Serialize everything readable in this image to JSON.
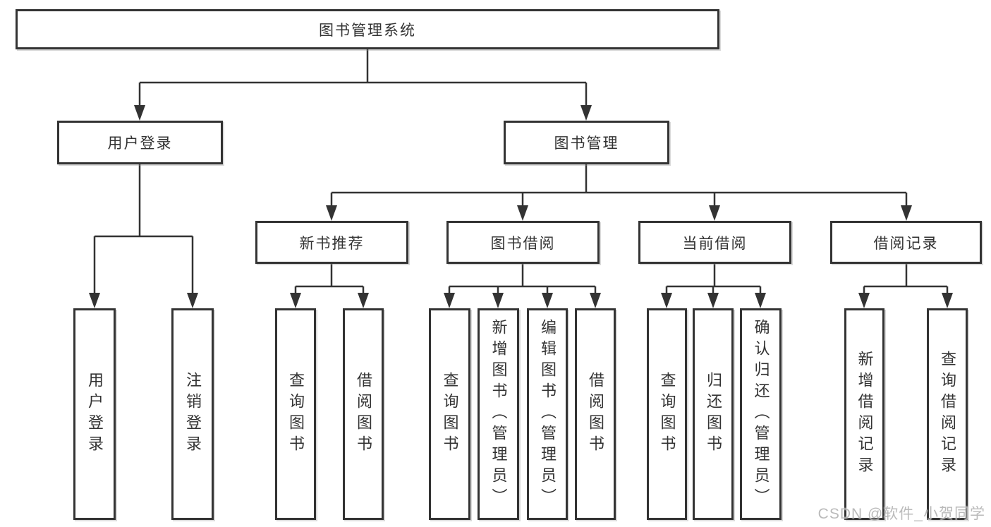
{
  "diagram": {
    "title": "图书管理系统",
    "root": {
      "label": "图书管理系统"
    },
    "level2": {
      "user_login": {
        "label": "用户登录"
      },
      "book_mgmt": {
        "label": "图书管理"
      }
    },
    "level3": {
      "new_book_rec": {
        "label": "新书推荐"
      },
      "book_borrow": {
        "label": "图书借阅"
      },
      "current_borrow": {
        "label": "当前借阅"
      },
      "borrow_records": {
        "label": "借阅记录"
      }
    },
    "leaves": {
      "user_login_action": "用户登录",
      "logout_action": "注销登录",
      "rec_query_books": "查询图书",
      "rec_borrow_books": "借阅图书",
      "bor_query_books": "查询图书",
      "bor_add_books": "新增图书（管理员）",
      "bor_edit_books": "编辑图书（管理员）",
      "bor_borrow_books": "借阅图书",
      "cur_query_books": "查询图书",
      "cur_return_books": "归还图书",
      "cur_confirm_return": "确认归还（管理员）",
      "log_add_record": "新增借阅记录",
      "log_query_record": "查询借阅记录"
    },
    "colors": {
      "line": "#333333",
      "border": "#333333",
      "text": "#333333",
      "background": "#ffffff",
      "watermark": "#b5b5b5"
    }
  },
  "watermark": {
    "text": "CSDN @软件_小贺同学"
  }
}
